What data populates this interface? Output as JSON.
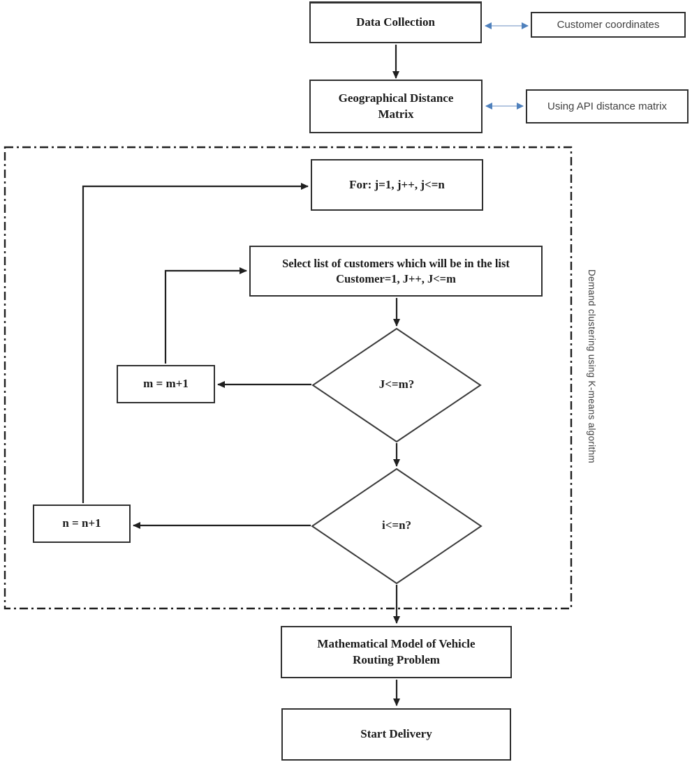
{
  "diagram": {
    "nodes": {
      "data_collection": {
        "label": "Data Collection"
      },
      "customer_coordinates": {
        "label": "Customer coordinates"
      },
      "geo_matrix": {
        "label": "Geographical Distance Matrix"
      },
      "using_api": {
        "label": "Using API distance matrix"
      },
      "for_loop": {
        "label": "For: j=1, j++, j<=n"
      },
      "select_customers": {
        "label": "Select list of customers which will be in the list Customer=1, J++, J<=m"
      },
      "j_condition": {
        "label": "J<=m?"
      },
      "m_increment": {
        "label": "m = m+1"
      },
      "i_condition": {
        "label": "i<=n?"
      },
      "n_increment": {
        "label": "n = n+1"
      },
      "math_model": {
        "label": "Mathematical Model of Vehicle Routing Problem"
      },
      "start_delivery": {
        "label": "Start Delivery"
      }
    },
    "cluster_label": "Demand clustering using K-means algorithm",
    "colors": {
      "connector_line": "#1f1f1f",
      "box_border": "#2f2f2f",
      "diamond_border": "#3a3a3a",
      "blue_arrow_line": "#b4c6e0",
      "blue_arrow_head": "#4f81bd",
      "label_text": "#1a1a1a",
      "note_text": "#3f3f3f"
    }
  }
}
